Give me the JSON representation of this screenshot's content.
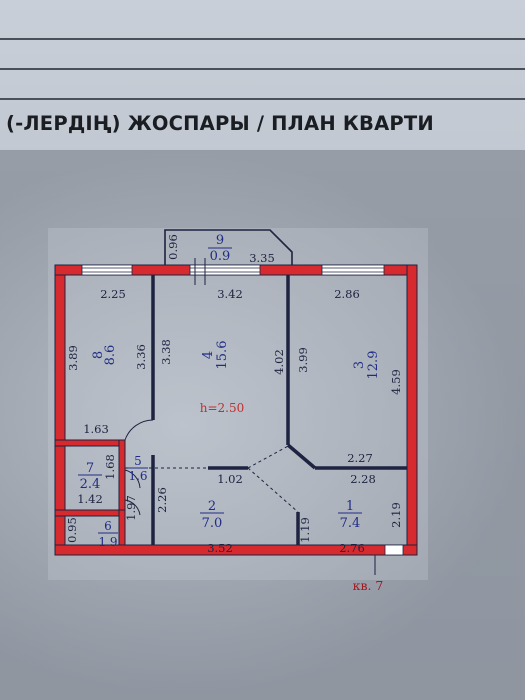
{
  "header": {
    "title": "(-ЛЕРДІҢ) ЖОСПАРЫ / ПЛАН КВАРТИ"
  },
  "plan": {
    "height_label": "h=2.50",
    "apartment_label": "кв. 7",
    "rooms": [
      {
        "number": "1",
        "area": "7.4"
      },
      {
        "number": "2",
        "area": "7.0"
      },
      {
        "number": "3",
        "area": "12.9"
      },
      {
        "number": "4",
        "area": "15.6"
      },
      {
        "number": "5",
        "area": "1.6"
      },
      {
        "number": "6",
        "area": "1.9"
      },
      {
        "number": "7",
        "area": "2.4"
      },
      {
        "number": "8",
        "area": "8.6"
      },
      {
        "number": "9",
        "area": "0.9"
      }
    ],
    "dimensions": {
      "d096": "0.96",
      "d335": "3.35",
      "d225": "2.25",
      "d342": "3.42",
      "d286": "2.86",
      "d389": "3.89",
      "d336": "3.36",
      "d338": "3.38",
      "d402": "4.02",
      "d399": "3.99",
      "d459": "4.59",
      "d163": "1.63",
      "d168": "1.68",
      "d102": "1.02",
      "d227": "2.27",
      "d228": "2.28",
      "d142": "1.42",
      "d197": "1.97",
      "d226": "2.26",
      "d219": "2.19",
      "d095": "0.95",
      "d119": "1.19",
      "d352": "3.52",
      "d276": "2.76"
    },
    "colors": {
      "wall": "#d72a2e",
      "ink": "#1d2340",
      "room_number": "#1f2d86"
    }
  }
}
